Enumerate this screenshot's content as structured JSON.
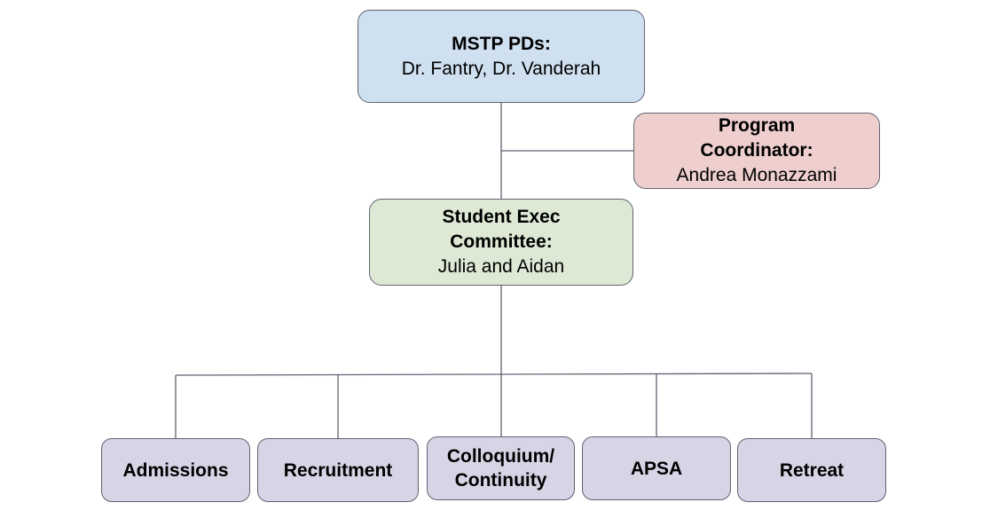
{
  "colors": {
    "top": "#cfe0f0",
    "coordinator": "#eecfce",
    "exec": "#dde9d5",
    "sub": "#d8d4e6",
    "line": "#5f6471"
  },
  "top_node": {
    "title": "MSTP PDs:",
    "names": "Dr. Fantry, Dr. Vanderah"
  },
  "coordinator_node": {
    "title_line1": "Program",
    "title_line2": "Coordinator:",
    "name": "Andrea Monazzami"
  },
  "exec_node": {
    "title_line1": "Student Exec",
    "title_line2": "Committee:",
    "names": "Julia and Aidan"
  },
  "subcommittees": [
    {
      "line1": "Admissions"
    },
    {
      "line1": "Recruitment"
    },
    {
      "line1": "Colloquium/",
      "line2": "Continuity"
    },
    {
      "line1": "APSA"
    },
    {
      "line1": "Retreat"
    }
  ]
}
